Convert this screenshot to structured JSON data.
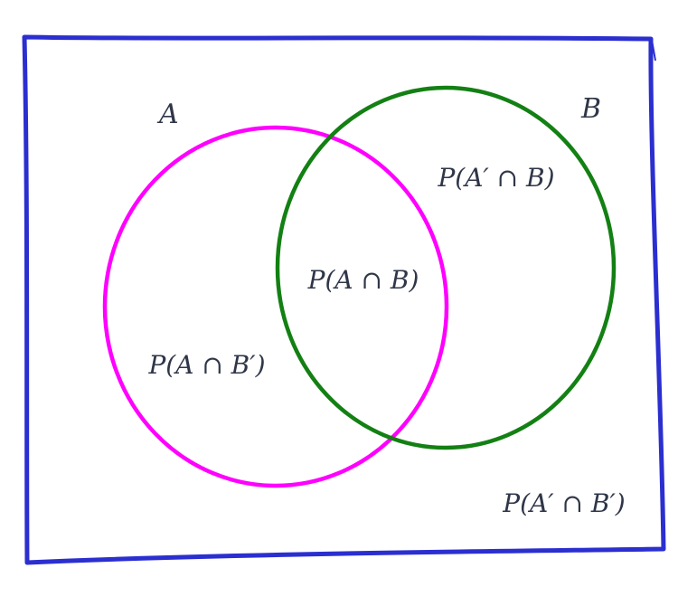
{
  "diagram": {
    "type": "venn",
    "sets": [
      {
        "name": "A",
        "color": "#ff00ff"
      },
      {
        "name": "B",
        "color": "#138013"
      }
    ],
    "universe_color": "#2b2fd0",
    "regions": {
      "a_only": "P(A ∩ B′)",
      "b_only": "P(A′ ∩ B)",
      "both": "P(A ∩ B)",
      "neither": "P(A′ ∩ B′)"
    }
  }
}
